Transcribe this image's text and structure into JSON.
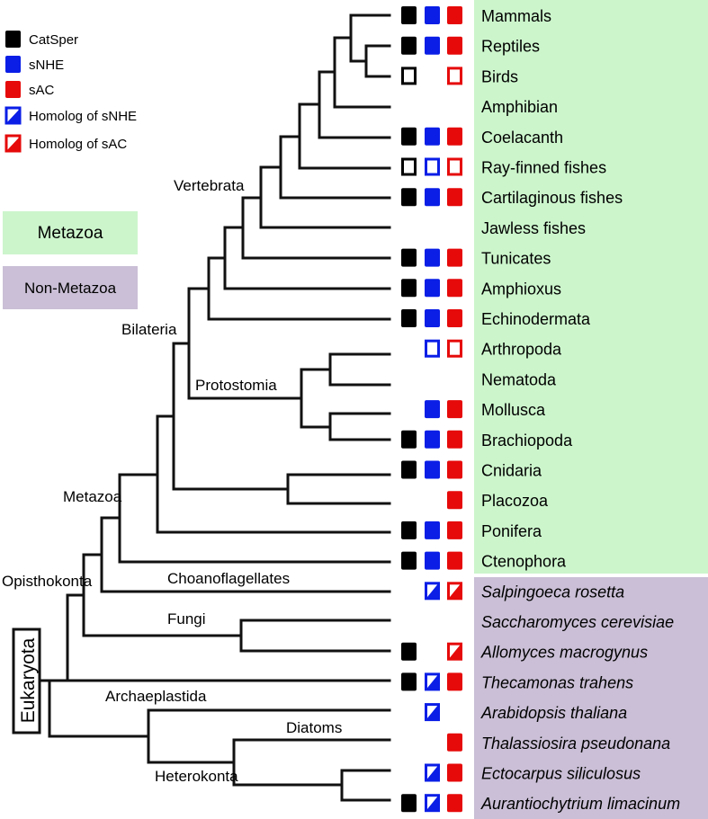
{
  "legend": {
    "items": [
      {
        "key": "catsper",
        "label": "CatSper"
      },
      {
        "key": "snhe",
        "label": "sNHE"
      },
      {
        "key": "sac",
        "label": "sAC"
      },
      {
        "key": "snhe_hom",
        "label": "Homolog of sNHE"
      },
      {
        "key": "sac_hom",
        "label": "Homolog of sAC"
      }
    ],
    "metazoa_box": "Metazoa",
    "nonmetazoa_box": "Non-Metazoa"
  },
  "colors": {
    "catsper": "#000000",
    "snhe": "#0a1ee6",
    "sac": "#e60a0a",
    "metazoa_bg": "#ccf5cc",
    "nonmetazoa_bg": "#cabfd6"
  },
  "nodes": {
    "vertebrata": "Vertebrata",
    "bilateria": "Bilateria",
    "protostomia": "Protostomia",
    "metazoa": "Metazoa",
    "opisthokonta": "Opisthokonta",
    "choanoflagellates": "Choanoflagellates",
    "fungi": "Fungi",
    "archaeplastida": "Archaeplastida",
    "diatoms": "Diatoms",
    "heterokonta": "Heterokonta",
    "eukaryota": "Eukaryota"
  },
  "taxa": [
    {
      "name": "Mammals",
      "italic": false,
      "catsper": "full",
      "snhe": "full",
      "sac": "full"
    },
    {
      "name": "Reptiles",
      "italic": false,
      "catsper": "full",
      "snhe": "full",
      "sac": "full"
    },
    {
      "name": "Birds",
      "italic": false,
      "catsper": "empty",
      "snhe": "none",
      "sac": "empty"
    },
    {
      "name": "Amphibian",
      "italic": false,
      "catsper": "none",
      "snhe": "none",
      "sac": "none"
    },
    {
      "name": "Coelacanth",
      "italic": false,
      "catsper": "full",
      "snhe": "full",
      "sac": "full"
    },
    {
      "name": "Ray-finned fishes",
      "italic": false,
      "catsper": "empty",
      "snhe": "empty",
      "sac": "empty"
    },
    {
      "name": "Cartilaginous fishes",
      "italic": false,
      "catsper": "full",
      "snhe": "full",
      "sac": "full"
    },
    {
      "name": "Jawless fishes",
      "italic": false,
      "catsper": "none",
      "snhe": "none",
      "sac": "none"
    },
    {
      "name": "Tunicates",
      "italic": false,
      "catsper": "full",
      "snhe": "full",
      "sac": "full"
    },
    {
      "name": "Amphioxus",
      "italic": false,
      "catsper": "full",
      "snhe": "full",
      "sac": "full"
    },
    {
      "name": "Echinodermata",
      "italic": false,
      "catsper": "full",
      "snhe": "full",
      "sac": "full"
    },
    {
      "name": "Arthropoda",
      "italic": false,
      "catsper": "none",
      "snhe": "empty",
      "sac": "empty"
    },
    {
      "name": "Nematoda",
      "italic": false,
      "catsper": "none",
      "snhe": "none",
      "sac": "none"
    },
    {
      "name": "Mollusca",
      "italic": false,
      "catsper": "none",
      "snhe": "full",
      "sac": "full"
    },
    {
      "name": "Brachiopoda",
      "italic": false,
      "catsper": "full",
      "snhe": "full",
      "sac": "full"
    },
    {
      "name": "Cnidaria",
      "italic": false,
      "catsper": "full",
      "snhe": "full",
      "sac": "full"
    },
    {
      "name": "Placozoa",
      "italic": false,
      "catsper": "none",
      "snhe": "none",
      "sac": "full"
    },
    {
      "name": "Ponifera",
      "italic": false,
      "catsper": "full",
      "snhe": "full",
      "sac": "full"
    },
    {
      "name": "Ctenophora",
      "italic": false,
      "catsper": "full",
      "snhe": "full",
      "sac": "full"
    },
    {
      "name": "Salpingoeca rosetta",
      "italic": true,
      "catsper": "none",
      "snhe": "homolog",
      "sac": "homolog"
    },
    {
      "name": "Saccharomyces cerevisiae",
      "italic": true,
      "catsper": "none",
      "snhe": "none",
      "sac": "none"
    },
    {
      "name": "Allomyces macrogynus",
      "italic": true,
      "catsper": "full",
      "snhe": "none",
      "sac": "homolog"
    },
    {
      "name": "Thecamonas trahens",
      "italic": true,
      "catsper": "full",
      "snhe": "homolog",
      "sac": "full"
    },
    {
      "name": "Arabidopsis thaliana",
      "italic": true,
      "catsper": "none",
      "snhe": "homolog",
      "sac": "none"
    },
    {
      "name": "Thalassiosira pseudonana",
      "italic": true,
      "catsper": "none",
      "snhe": "none",
      "sac": "full"
    },
    {
      "name": "Ectocarpus siliculosus",
      "italic": true,
      "catsper": "none",
      "snhe": "homolog",
      "sac": "full"
    },
    {
      "name": "Aurantiochytrium limacinum",
      "italic": true,
      "catsper": "full",
      "snhe": "homolog",
      "sac": "full"
    }
  ]
}
